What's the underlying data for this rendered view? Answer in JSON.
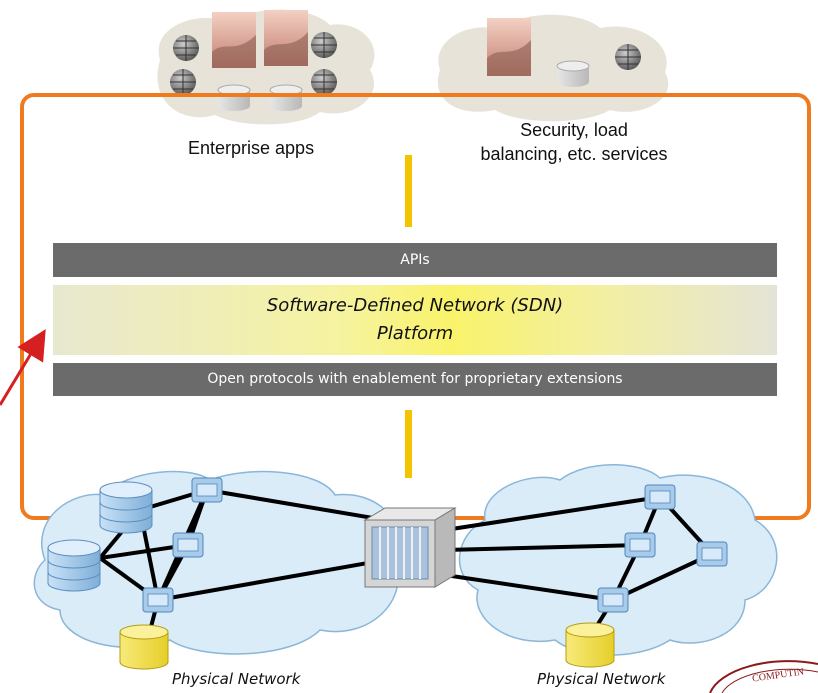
{
  "top_labels": {
    "enterprise": "Enterprise apps",
    "security_line1": "Security, load",
    "security_line2": "balancing, etc. services"
  },
  "layers": {
    "apis": "APIs",
    "platform_line1": "Software-Defined Network (SDN)",
    "platform_line2": "Platform",
    "protocols": "Open protocols with enablement for proprietary extensions"
  },
  "bottom_labels": {
    "left": "Physical Network",
    "right": "Physical Network"
  },
  "seal_text": "COMPUTIN",
  "colors": {
    "frame": "#f07a1e",
    "connector": "#f5c400",
    "bar": "#6b6b6b",
    "arrow": "#d42020",
    "cloud": "#d9ecf8",
    "database": "#f3e56a"
  },
  "icons": [
    "globe-icon",
    "photo-icon",
    "database-icon",
    "network-switch-icon",
    "server-rack-icon"
  ]
}
